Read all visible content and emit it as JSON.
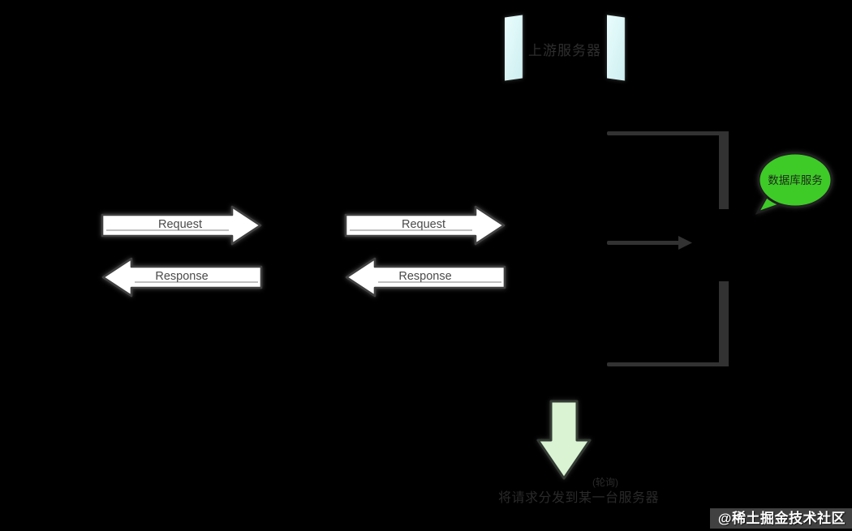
{
  "cylinder": {
    "label": "上游服务器"
  },
  "flow": {
    "request_label": "Request",
    "response_label": "Response"
  },
  "bubble": {
    "label": "数据库服务",
    "color": "#3ecb28"
  },
  "note": {
    "small": "(轮询)",
    "main": "将请求分发到某一台服务器"
  },
  "watermark": {
    "text": "@稀土掘金技术社区"
  },
  "colors": {
    "background": "#000000",
    "cap_fill": "#d9f5f6",
    "bracket_line": "#323232",
    "down_arrow_fill": "#d9f3d3",
    "flow_arrow_fill": "#ffffff"
  }
}
